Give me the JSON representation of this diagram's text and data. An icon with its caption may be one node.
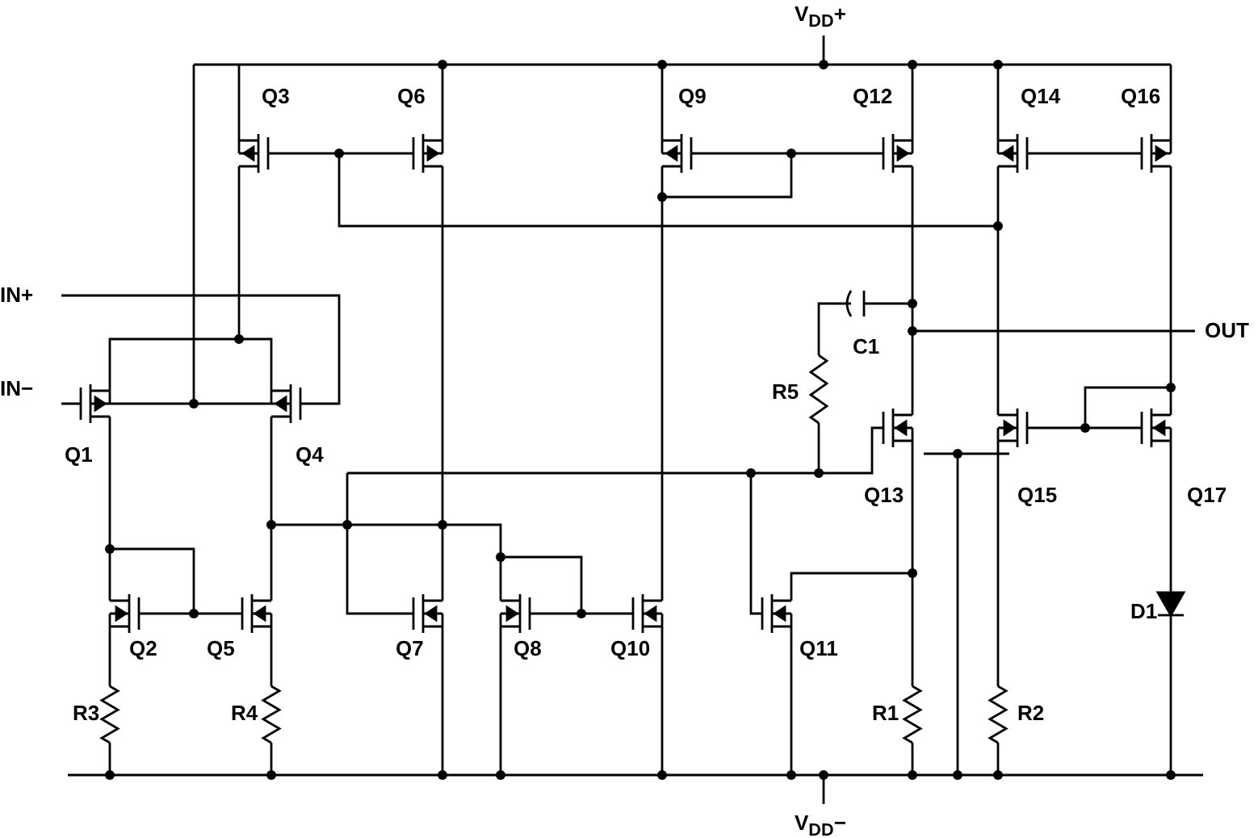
{
  "diagram": {
    "labels": [
      "V$_{DD}$+",
      "Q3",
      "Q6",
      "Q9",
      "Q12",
      "Q14",
      "Q16",
      "IN+",
      "C1",
      "OUT",
      "IN−",
      "R5",
      "Q1",
      "Q4",
      "Q13",
      "Q15",
      "Q17",
      "D1",
      "Q2",
      "Q5",
      "Q7",
      "Q8",
      "Q10",
      "Q11",
      "R3",
      "R4",
      "R1",
      "R2",
      "V$_{DD}$−"
    ]
  }
}
